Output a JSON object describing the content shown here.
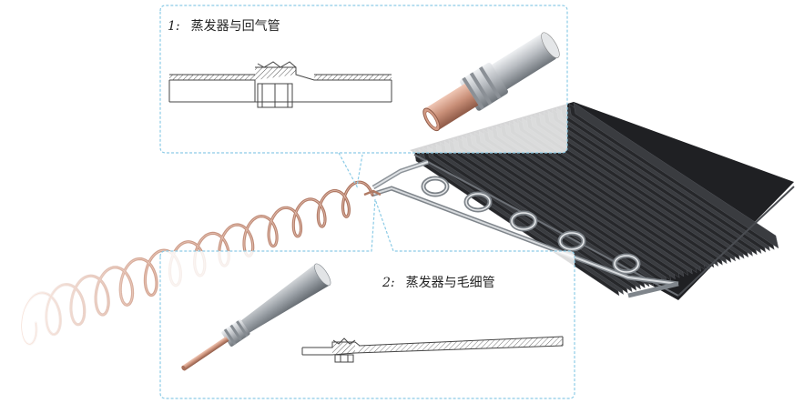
{
  "callout_1": {
    "number": "1:",
    "text": "蒸发器与回气管"
  },
  "callout_2": {
    "number": "2:",
    "text": "蒸发器与毛细管"
  },
  "colors": {
    "callout_border": "#8ccbe6",
    "copper": "#c98f78",
    "steel": "#b8bcc0",
    "fin": "#2a2a2e"
  },
  "icons": [
    "evaporator-fins",
    "capillary-coil",
    "return-pipe-joint",
    "capillary-joint"
  ]
}
